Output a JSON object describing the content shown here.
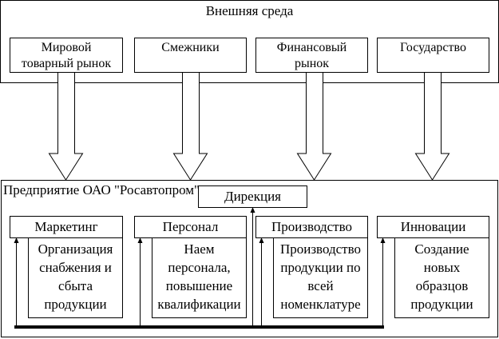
{
  "environment": {
    "title": "Внешняя среда",
    "factors": [
      {
        "id": "world-market",
        "label": "Мировой товарный рынок",
        "lines": [
          "Мировой",
          "товарный рынок"
        ]
      },
      {
        "id": "suppliers",
        "label": "Смежники",
        "lines": [
          "Смежники"
        ]
      },
      {
        "id": "financial-market",
        "label": "Финансовый рынок",
        "lines": [
          "Финансовый",
          "рынок"
        ]
      },
      {
        "id": "state",
        "label": "Государство",
        "lines": [
          "Государство"
        ]
      }
    ]
  },
  "enterprise": {
    "title": "Предприятие ОАО \"Росавтопром\"",
    "directorate": "Дирекция",
    "departments": [
      {
        "id": "marketing",
        "header": "Маркетинг",
        "description_lines": [
          "Организация",
          "снабжения и",
          "сбыта",
          "продукции"
        ]
      },
      {
        "id": "personnel",
        "header": "Персонал",
        "description_lines": [
          "Наем",
          "персонала,",
          "повышение",
          "квалификации"
        ]
      },
      {
        "id": "production",
        "header": "Производство",
        "description_lines": [
          "Производство",
          "продукции по",
          "всей",
          "номенклатуре"
        ]
      },
      {
        "id": "innovation",
        "header": "Инновации",
        "description_lines": [
          "Создание",
          "новых",
          "образцов",
          "продукции"
        ]
      }
    ]
  },
  "colors": {
    "line": "#000000",
    "background": "#ffffff"
  }
}
